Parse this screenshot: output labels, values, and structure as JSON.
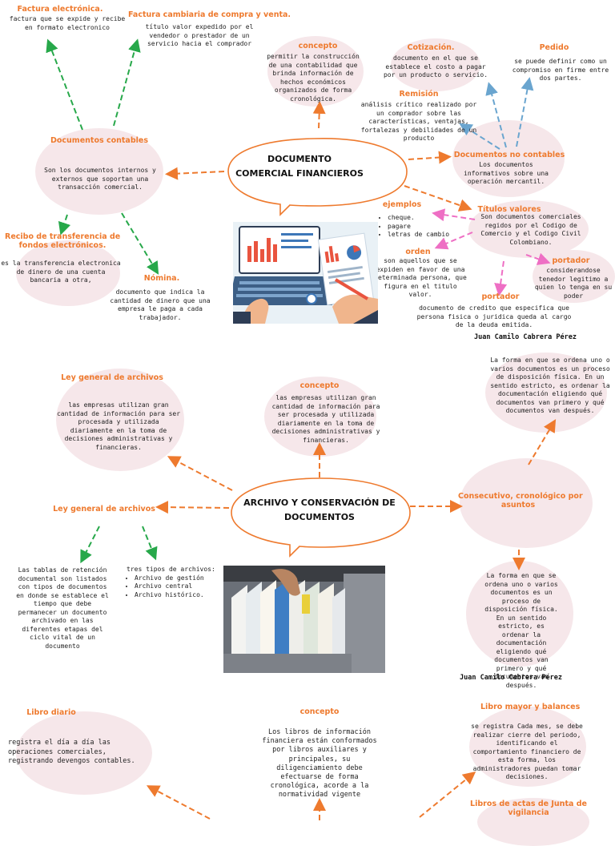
{
  "section1": {
    "central": {
      "line1": "DOCUMENTO",
      "line2": "COMERCIAL FINANCIEROS"
    },
    "factura_electronica": {
      "title": "Factura electrónica.",
      "text": "factura que se expide y recibe en formato electronico"
    },
    "factura_cambiaria": {
      "title": "Factura cambiaria de compra y venta.",
      "text": "título valor expedido por el vendedor o prestador de un servicio hacia el comprador"
    },
    "concepto": {
      "title": "concepto",
      "text": "permitir la construcción de una contabilidad que brinda información de hechos económicos organizados de forma cronológica."
    },
    "cotizacion": {
      "title": "Cotización.",
      "text": "documento en el que se establece el costo a pagar por un producto o servicio."
    },
    "pedido": {
      "title": "Pedido",
      "text": "se puede definir como un compromiso en firme entre dos partes."
    },
    "remision": {
      "title": "Remisión",
      "text": "análisis crítico realizado por un comprador sobre las características, ventajas, fortalezas y debilidades de un producto"
    },
    "documentos_contables": {
      "title": "Documentos contables",
      "text": "Son los documentos internos y externos que soportan una transacción comercial."
    },
    "documentos_no_contables": {
      "title": "Documentos no contables",
      "text": "Los documentos informativos sobre una operación mercantil."
    },
    "titulos_valores": {
      "title": "Títulos valores",
      "text": "Son documentos comerciales regidos por el Codigo de Comercio y el Codigo Civil Colombiano."
    },
    "ejemplos": {
      "title": "ejemplos",
      "items": [
        "cheque.",
        "pagare",
        "letras de cambio"
      ]
    },
    "orden": {
      "title": "orden",
      "text": "son aquellos que se expiden en favor de una determinada persona, que figura en el titulo valor."
    },
    "portador_right": {
      "title": "portador",
      "text": "considerandose tenedor legitimo a quien lo tenga en su poder"
    },
    "portador_bottom": {
      "title": "portador",
      "text": "documento de credito que especifica que persona fisica o juridica queda al cargo de la deuda emitida."
    },
    "recibo": {
      "title_line1": "Recibo de transferencia de",
      "title_line2": "fondos electrónicos.",
      "text": "es la transferencia electronica de dinero de una cuenta bancaria a otra,"
    },
    "nomina": {
      "title": "Nómina.",
      "text": "documento que indica la cantidad de dinero que una empresa le paga a cada trabajador."
    },
    "author": "Juan Camilo Cabrera Pérez"
  },
  "section2": {
    "central": {
      "line1": "ARCHIVO Y CONSERVACIÓN DE",
      "line2": "DOCUMENTOS"
    },
    "ley1": {
      "title": "Ley general de archivos",
      "text": "las empresas utilizan gran cantidad de información para ser procesada y utilizada diariamente en la toma de decisiones administrativas y financieras."
    },
    "concepto": {
      "title": "concepto",
      "text": "las empresas utilizan gran cantidad de información para ser procesada y utilizada diariamente en la toma de decisiones administrativas y financieras."
    },
    "top_right_text": "La forma en que se ordena uno o varios documentos es un proceso de disposición física. En un sentido estricto, es ordenar la documentación eligiendo qué documentos van primero y qué documentos van después.",
    "consecutivo": {
      "title_line1": "Consecutivo, cronológico por",
      "title_line2": "asuntos",
      "text": "La forma en que se ordena uno o varios documentos es un proceso de disposición física. En un sentido estricto, es ordenar la documentación eligiendo qué documentos van primero y qué documentos van después."
    },
    "ley2": {
      "title": "Ley general de archivos"
    },
    "tablas_text": "Las tablas de retención documental son listados con tipos de documentos en donde se establece el tiempo que debe permanecer un documento archivado en las diferentes etapas del ciclo vital de un documento",
    "tres_tipos": {
      "intro": "tres tipos de archivos:",
      "items": [
        "Archivo de gestión",
        "Archivo central",
        "Archivo histórico."
      ]
    },
    "author": "Juan Camilo Cabrera Pérez"
  },
  "section3": {
    "libro_diario": {
      "title": "Libro diario",
      "text": "registra el día a día las operaciones comerciales, registrando devengos contables."
    },
    "concepto": {
      "title": "concepto",
      "text": "Los libros de información financiera están conformados por libros auxiliares y principales, su diligenciamiento debe efectuarse de forma cronológica, acorde a la normatividad vigente"
    },
    "libro_mayor": {
      "title": "Libro mayor y balances",
      "text": "se registra Cada mes, se debe realizar cierre del periodo, identificando el comportamiento financiero de esta forma, los administradores puedan tomar decisiones."
    },
    "libros_actas": {
      "title_line1": "Libros de actas de Junta de",
      "title_line2": "vigilancia"
    }
  },
  "colors": {
    "orange": "#ee7a2e",
    "green": "#27a84a",
    "blue": "#6aa5cf",
    "pink": "#ee6fc4",
    "blob": "#f6e7ea"
  }
}
